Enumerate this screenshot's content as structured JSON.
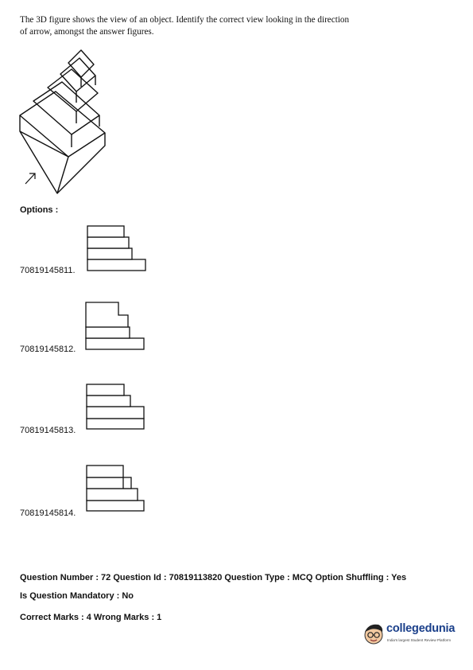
{
  "question": {
    "line1": "The 3D figure shows the view of an object.  Identify the correct view looking in the direction",
    "line2": "of arrow, amongst the answer figures."
  },
  "options_label": "Options :",
  "options": [
    {
      "id": "70819145811."
    },
    {
      "id": "70819145812."
    },
    {
      "id": "70819145813."
    },
    {
      "id": "70819145814."
    }
  ],
  "meta": {
    "line1": "Question Number : 72 Question Id : 70819113820 Question Type : MCQ Option Shuffling : Yes",
    "line2": "Is Question Mandatory : No",
    "line3": "Correct Marks : 4 Wrong Marks : 1"
  },
  "logo": {
    "name": "collegedunia",
    "tagline": "India's largest Student Review Platform",
    "icon": "mascot-face-icon"
  }
}
